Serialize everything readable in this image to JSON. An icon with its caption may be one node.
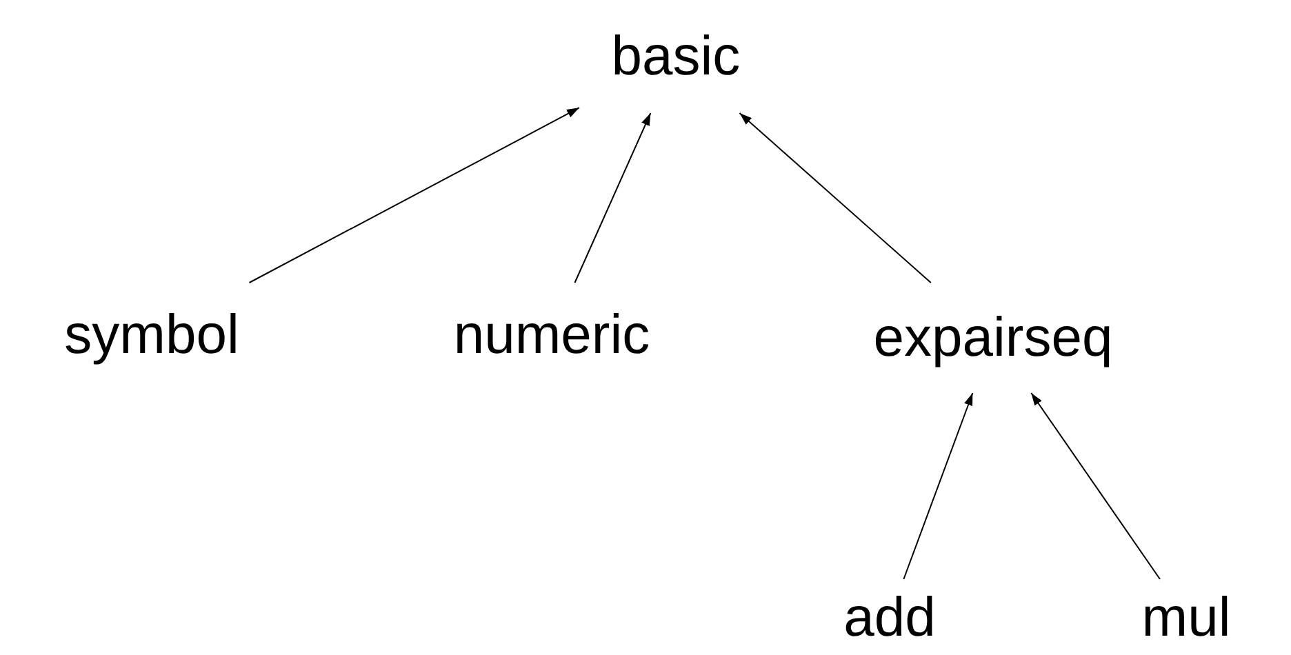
{
  "diagram": {
    "nodes": [
      {
        "text": [
          "basic"
        ]
      },
      {
        "text": [
          "symbol"
        ]
      },
      {
        "text": [
          "numeric"
        ]
      },
      {
        "text": [
          "expairseq"
        ]
      },
      {
        "text": [
          "add"
        ]
      },
      {
        "text": [
          "mul"
        ]
      }
    ],
    "edges": [
      {
        "from": 1,
        "to": 0,
        "arrow": "to"
      },
      {
        "from": 2,
        "to": 0,
        "arrow": "to"
      },
      {
        "from": 3,
        "to": 0,
        "arrow": "to"
      },
      {
        "from": 4,
        "to": 3,
        "arrow": "to"
      },
      {
        "from": 5,
        "to": 3,
        "arrow": "to"
      }
    ]
  }
}
